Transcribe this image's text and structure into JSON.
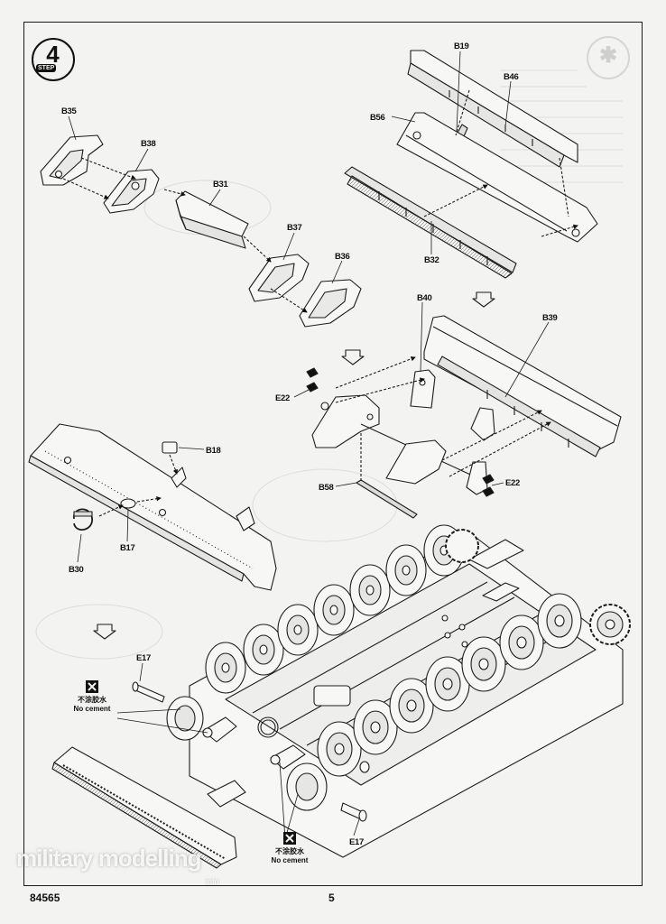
{
  "document": {
    "product_code": "84565",
    "page_number": "5",
    "watermark": "military modelling",
    "watermark_sub": "info"
  },
  "step": {
    "number": "4",
    "word": "STEP"
  },
  "part_labels": {
    "b35": "B35",
    "b38": "B38",
    "b31": "B31",
    "b37": "B37",
    "b36": "B36",
    "b19": "B19",
    "b46": "B46",
    "b56": "B56",
    "b32": "B32",
    "b40": "B40",
    "b39": "B39",
    "e22_left": "E22",
    "e22_right": "E22",
    "b58": "B58",
    "b18": "B18",
    "b17": "B17",
    "b30": "B30",
    "e17_top": "E17",
    "e17_bottom": "E17"
  },
  "no_cement": {
    "top": {
      "cn": "不涂胶水",
      "en": "No cement"
    },
    "bottom": {
      "cn": "不涂胶水",
      "en": "No cement"
    }
  },
  "colors": {
    "ink": "#1c1c1c",
    "paper": "#f3f3f1",
    "ghost": "#d8d8d6"
  }
}
